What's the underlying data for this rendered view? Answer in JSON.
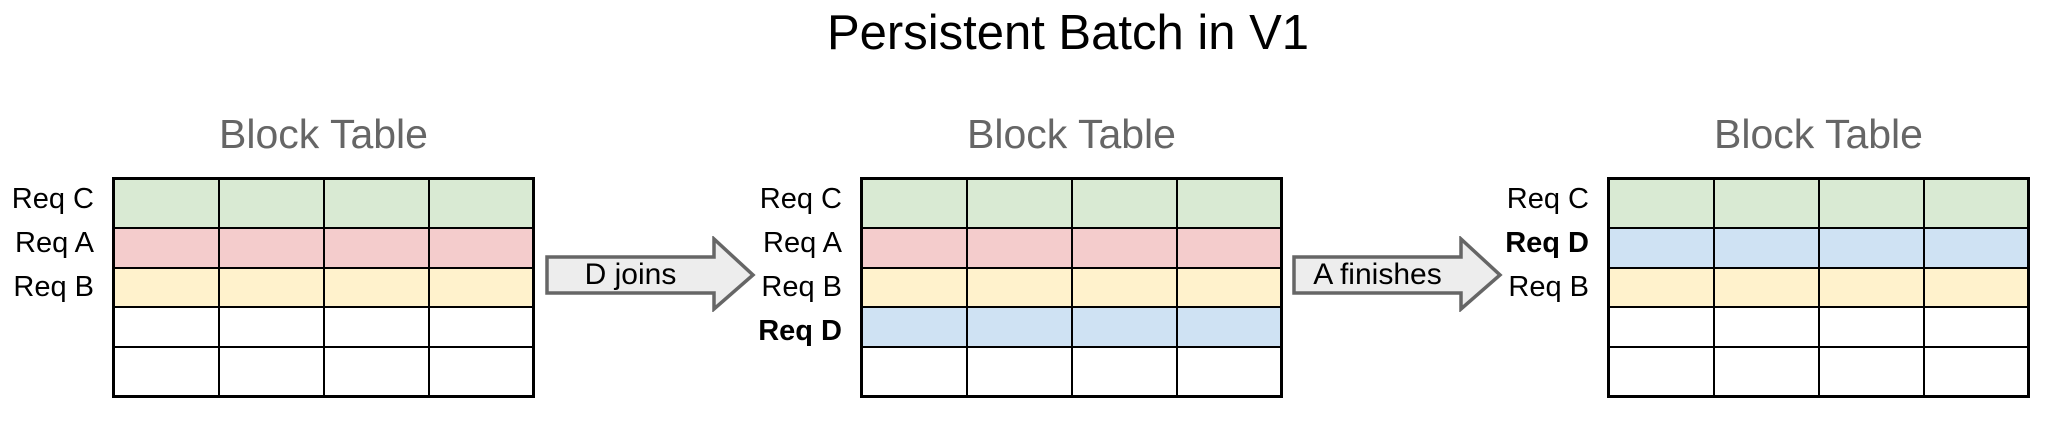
{
  "title": "Persistent Batch in V1",
  "colors": {
    "req_c_green": "#d9ead3",
    "req_a_red": "#f4cccc",
    "req_b_yellow": "#fff2cc",
    "req_d_blue": "#cfe2f3",
    "empty_white": "#ffffff",
    "arrow_fill": "#ededed",
    "arrow_border": "#666666",
    "table_title_gray": "#666666",
    "grid_border": "#000000"
  },
  "tables": [
    {
      "title": "Block Table",
      "columns": 4,
      "rows": [
        {
          "label": "Req C",
          "color": "#d9ead3",
          "weight": "normal"
        },
        {
          "label": "Req A",
          "color": "#f4cccc",
          "weight": "normal"
        },
        {
          "label": "Req B",
          "color": "#fff2cc",
          "weight": "normal"
        },
        {
          "label": "",
          "color": "#ffffff",
          "weight": "normal"
        },
        {
          "label": "",
          "color": "#ffffff",
          "weight": "normal"
        }
      ]
    },
    {
      "title": "Block Table",
      "columns": 4,
      "rows": [
        {
          "label": "Req C",
          "color": "#d9ead3",
          "weight": "normal"
        },
        {
          "label": "Req A",
          "color": "#f4cccc",
          "weight": "normal"
        },
        {
          "label": "Req B",
          "color": "#fff2cc",
          "weight": "normal"
        },
        {
          "label": "Req D",
          "color": "#cfe2f3",
          "weight": "bold"
        },
        {
          "label": "",
          "color": "#ffffff",
          "weight": "normal"
        }
      ]
    },
    {
      "title": "Block Table",
      "columns": 4,
      "rows": [
        {
          "label": "Req C",
          "color": "#d9ead3",
          "weight": "normal"
        },
        {
          "label": "Req D",
          "color": "#cfe2f3",
          "weight": "bold"
        },
        {
          "label": "Req B",
          "color": "#fff2cc",
          "weight": "normal"
        },
        {
          "label": "",
          "color": "#ffffff",
          "weight": "normal"
        },
        {
          "label": "",
          "color": "#ffffff",
          "weight": "normal"
        }
      ]
    }
  ],
  "arrows": [
    {
      "label": "D joins"
    },
    {
      "label": "A finishes"
    }
  ]
}
